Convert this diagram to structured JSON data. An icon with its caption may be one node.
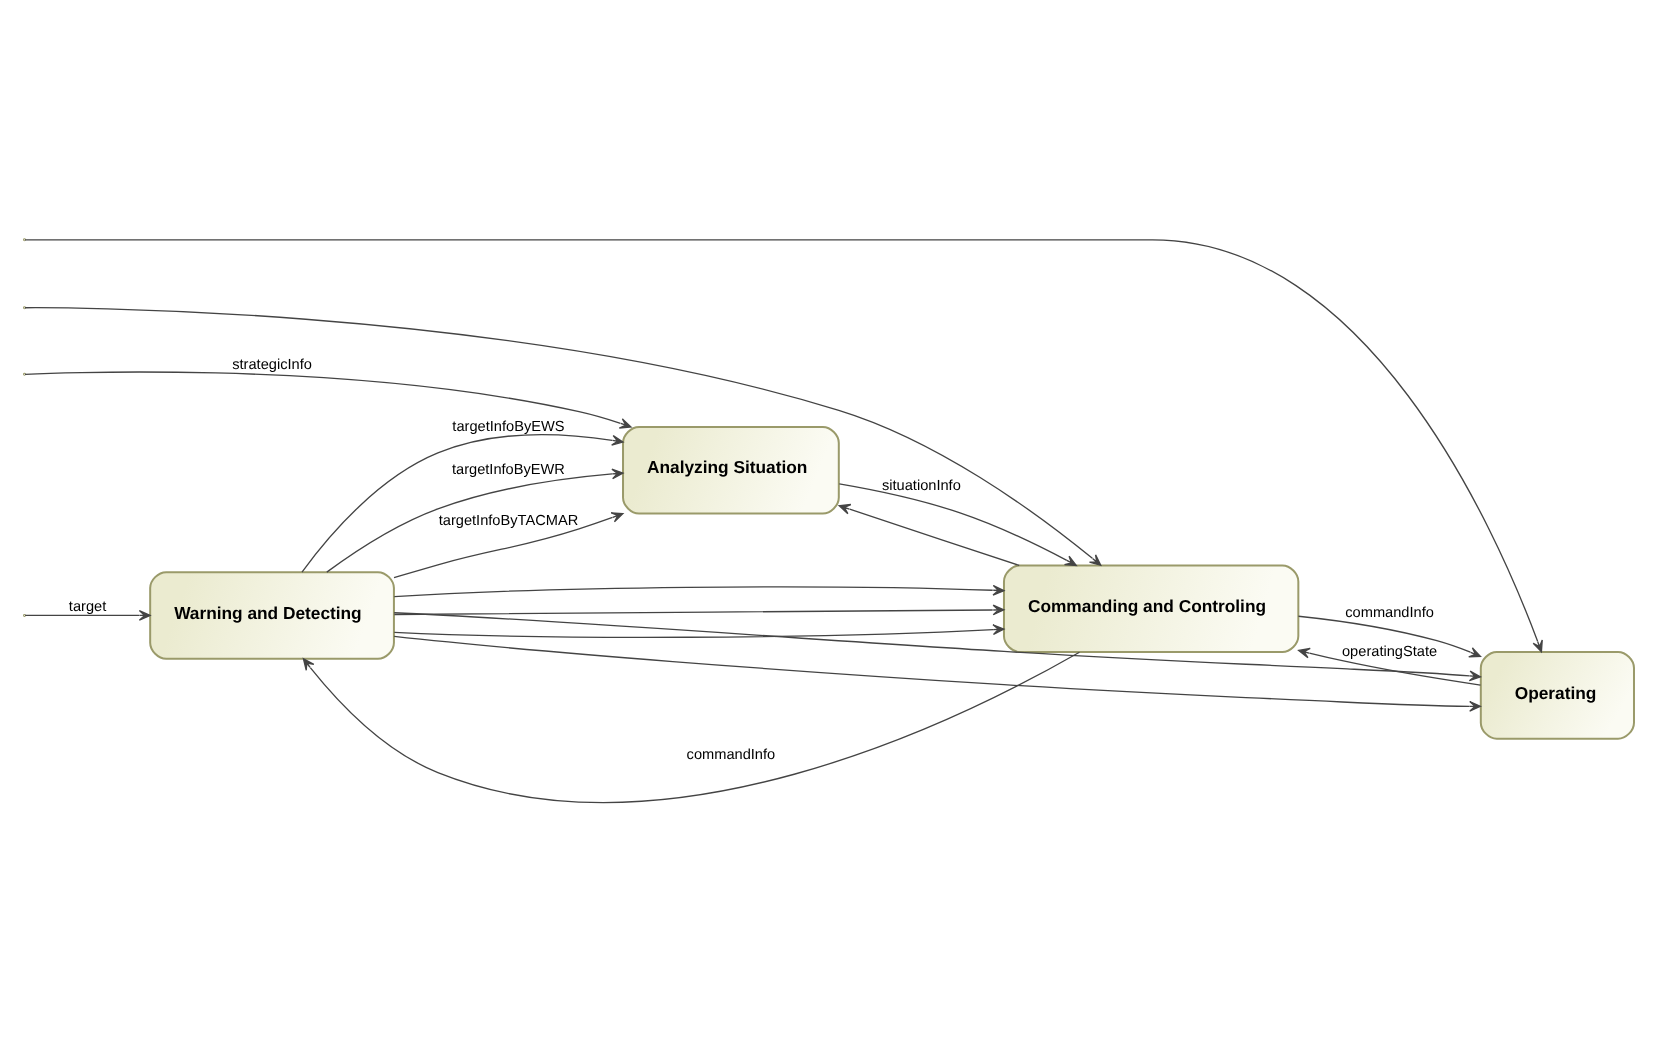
{
  "diagram": {
    "nodes": [
      {
        "text": [
          "Warning and Detecting"
        ]
      },
      {
        "text": [
          "Analyzing Situation"
        ]
      },
      {
        "text": [
          "Commanding and Controling"
        ]
      },
      {
        "text": [
          "Operating"
        ]
      }
    ],
    "edges": [
      {
        "from": null,
        "to": 0,
        "arrow": "to",
        "label": "target"
      },
      {
        "from": 0,
        "to": 1,
        "arrow": "to",
        "label": "targetInfoByEWS"
      },
      {
        "from": 0,
        "to": 2,
        "arrow": "to"
      },
      {
        "from": 0,
        "to": 1,
        "arrow": "to",
        "label": "targetInfoByEWR"
      },
      {
        "from": 0,
        "to": 2,
        "arrow": "to"
      },
      {
        "from": 0,
        "to": 3,
        "arrow": "to"
      },
      {
        "from": 0,
        "to": 1,
        "arrow": "to",
        "label": "targetInfoByTACMAR"
      },
      {
        "from": 0,
        "to": 2,
        "arrow": "to"
      },
      {
        "from": 0,
        "to": 3,
        "arrow": "to"
      },
      {
        "from": null,
        "to": 1,
        "arrow": "to",
        "label": "strategicInfo"
      },
      {
        "from": null,
        "to": 2,
        "arrow": "to"
      },
      {
        "from": null,
        "to": 3,
        "arrow": "to"
      },
      {
        "from": 1,
        "to": 2,
        "arrow": "to",
        "label": "situationInfo"
      },
      {
        "from": 2,
        "to": 0,
        "arrow": "to",
        "label": "commandInfo"
      },
      {
        "from": 2,
        "to": 1,
        "arrow": "to"
      },
      {
        "from": 2,
        "to": 3,
        "arrow": "to",
        "label": "commandInfo"
      },
      {
        "from": 3,
        "to": 2,
        "arrow": "to",
        "label": "operatingState"
      }
    ]
  }
}
